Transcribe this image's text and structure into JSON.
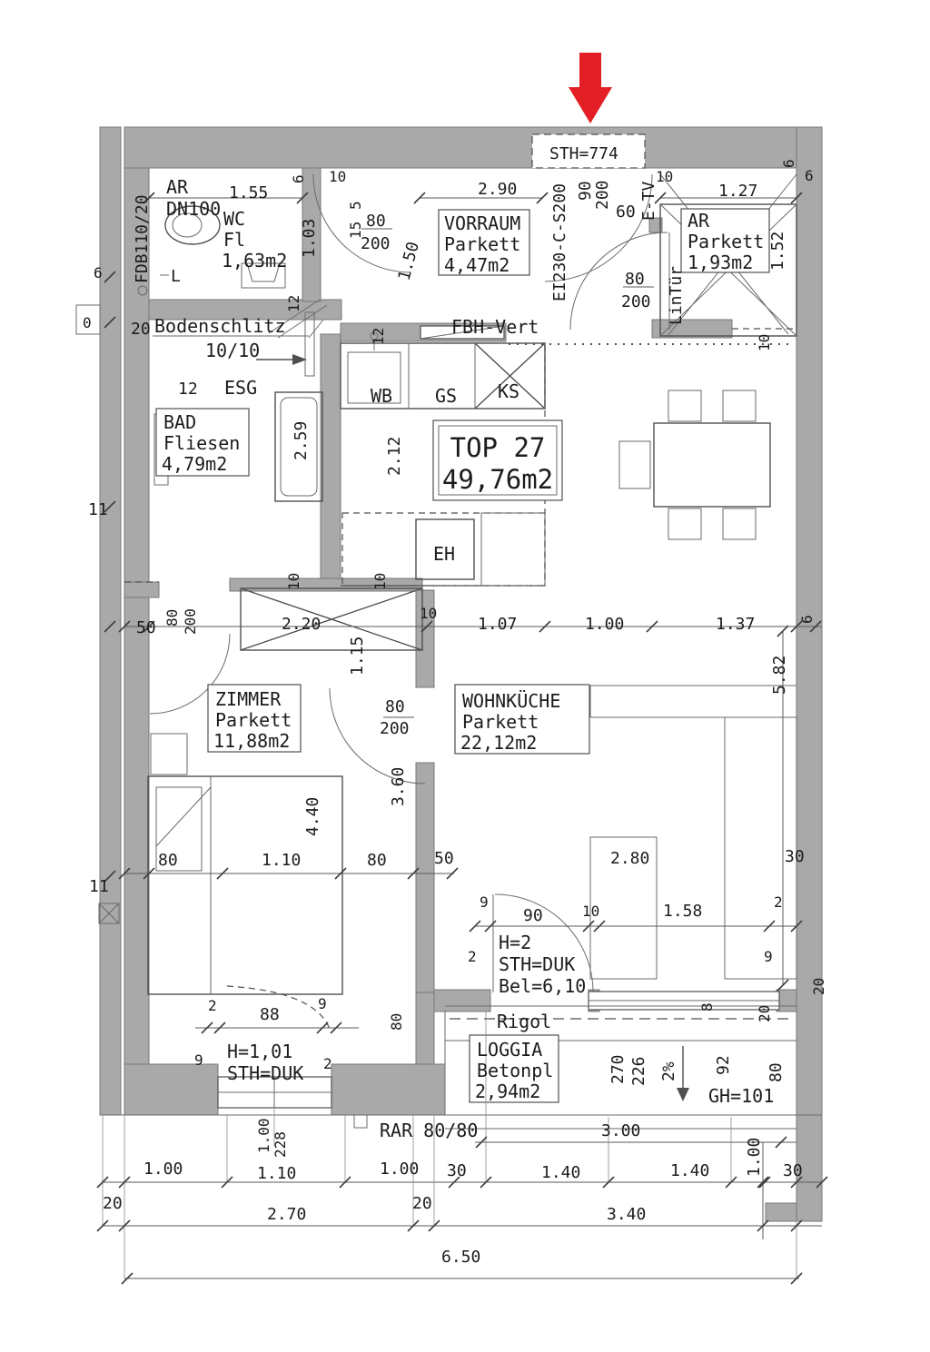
{
  "meta": {
    "drawing": "apartment floor plan"
  },
  "colors": {
    "arrow_red": "#e31e24",
    "wall_gray": "#a9a9a9"
  },
  "unit": {
    "top_label": "TOP 27",
    "area": "49,76m2"
  },
  "rooms": {
    "ar_top_left": {
      "name": "AR",
      "note": "DN100"
    },
    "wc": {
      "name": "WC",
      "floor": "Fl",
      "area": "1,63m2"
    },
    "vorraum": {
      "name": "VORRAUM",
      "floor": "Parkett",
      "area": "4,47m2"
    },
    "ar_top_right": {
      "name": "AR",
      "floor": "Parkett",
      "area": "1,93m2"
    },
    "bad": {
      "name": "BAD",
      "floor": "Fliesen",
      "area": "4,79m2"
    },
    "zimmer": {
      "name": "ZIMMER",
      "floor": "Parkett",
      "area": "11,88m2"
    },
    "wohnkueche": {
      "name": "WOHNKÜCHE",
      "floor": "Parkett",
      "area": "22,12m2"
    },
    "loggia": {
      "name": "LOGGIA",
      "floor": "Betonpl",
      "area": "2,94m2"
    }
  },
  "annotations": {
    "sth_top": "STH=774",
    "fdb": "FDB110/20",
    "bodenschlitz": "Bodenschlitz",
    "bodenschlitz_size": "10/10",
    "esg": "ESG",
    "fbh_vert": "FBH-Vert",
    "entry_door": "EI230-C-S200",
    "e_tv": "E-TV",
    "lin_tuer": "LinTür",
    "wb": "WB",
    "gs": "GS",
    "ks": "KS",
    "eh": "EH",
    "l_mark": "L",
    "rigol": "Rigol",
    "rar": "RAR 80/80",
    "gh": "GH=101",
    "slope": "2%",
    "loggia_door_h": "H=2",
    "sth_duk": "STH=DUK",
    "loggia_door_bel": "Bel=6,10",
    "window_h": "H=1,01"
  },
  "dims": {
    "d1_55": "1.55",
    "d1_03": "1.03",
    "d6": "6",
    "d10": "10",
    "d5": "5",
    "d15": "15",
    "d80": "80",
    "d200": "200",
    "d1_50": "1.50",
    "d2_90": "2.90",
    "d90": "90",
    "d60": "60",
    "d1_27": "1.27",
    "d1_52": "1.52",
    "d12": "12",
    "d20": "20",
    "d2_59": "2.59",
    "d2_12": "2.12",
    "d11": "11",
    "d0": "0",
    "d50": "50",
    "d2_20": "2.20",
    "d1_15": "1.15",
    "d1_07": "1.07",
    "d1_00": "1.00",
    "d1_37": "1.37",
    "d5_82": "5.82",
    "d3_60": "3.60",
    "d4_40": "4.40",
    "d1_10": "1.10",
    "d2_80": "2.80",
    "d30": "30",
    "d2": "2",
    "d9": "9",
    "d1_58": "1.58",
    "d88": "88",
    "d228": "228",
    "d270": "270",
    "d226": "226",
    "d92": "92",
    "d8": "8",
    "d2_70": "2.70",
    "d3_40": "3.40",
    "d6_50": "6.50",
    "d1_40": "1.40",
    "d3_00": "3.00"
  }
}
